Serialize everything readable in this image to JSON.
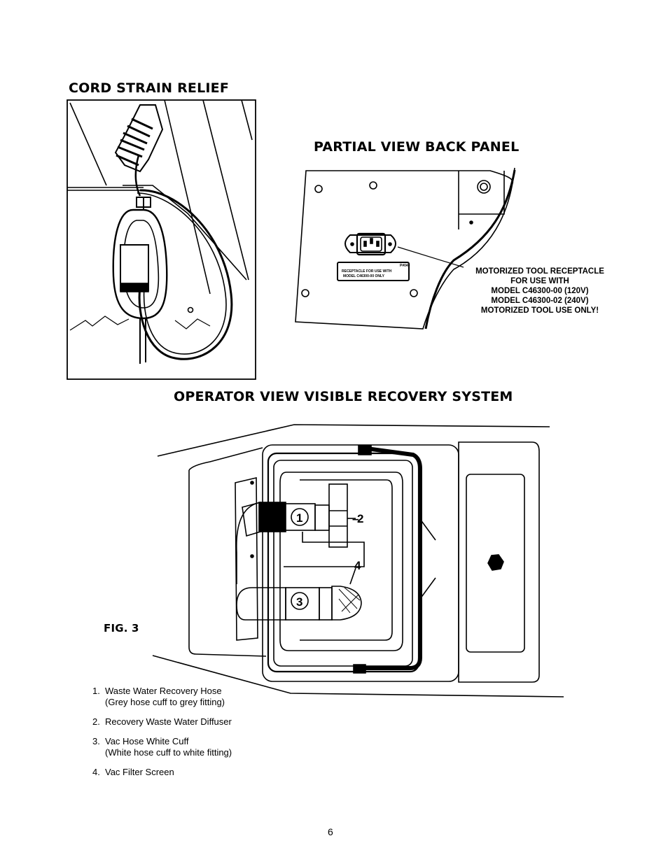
{
  "sections": {
    "cord_title": "CORD STRAIN RELIEF",
    "panel_title": "PARTIAL VIEW BACK PANEL",
    "operator_title": "OPERATOR VIEW VISIBLE RECOVERY SYSTEM",
    "fig_label": "FIG. 3"
  },
  "panel": {
    "plate_line1": "RECEPTACLE FOR USE WITH",
    "plate_line2": "MODEL C46300-00 ONLY",
    "callout": [
      "MOTORIZED TOOL RECEPTACLE",
      "FOR USE WITH",
      "MODEL C46300-00 (120V)",
      "MODEL C46300-02 (240V)",
      "MOTORIZED TOOL USE ONLY!"
    ]
  },
  "diagram_labels": {
    "one": "1",
    "two": "2",
    "three": "3",
    "four": "4"
  },
  "legend": [
    {
      "num": "1.",
      "lines": [
        "Waste Water Recovery Hose",
        "(Grey hose cuff to grey fitting)"
      ]
    },
    {
      "num": "2.",
      "lines": [
        "Recovery Waste Water Diffuser"
      ]
    },
    {
      "num": "3.",
      "lines": [
        "Vac Hose White Cuff",
        "(White hose cuff to white fitting)"
      ]
    },
    {
      "num": "4.",
      "lines": [
        "Vac Filter Screen"
      ]
    }
  ],
  "page_number": "6"
}
